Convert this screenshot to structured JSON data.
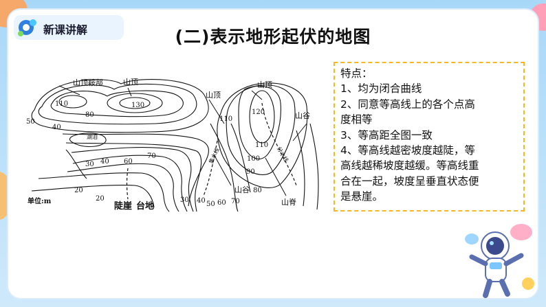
{
  "header": {
    "tag_label": "新课讲解",
    "title": "(二)表示地形起伏的地图"
  },
  "notes": {
    "lines": [
      "特点：",
      "1、均为闭合曲线",
      "2、同意等高线上的各个点高",
      "度相等",
      "3、等高距全图一致",
      "4、等高线越密坡度越陡，等",
      "高线越稀坡度越缓。等高线重",
      "合在一起，坡度呈垂直状态便",
      "是悬崖。"
    ]
  },
  "map": {
    "unit_label": "单位:m",
    "labels": {
      "saddle": "山顶鞍部",
      "peak_left": "山顶",
      "peak_mid": "山顶",
      "peak_right": "山顶",
      "valley_right": "山谷",
      "valley_bottom": "山谷",
      "ridge": "山脊",
      "lake": "湖泊",
      "cliff": "陡崖",
      "plateau": "台地",
      "river": "集水线",
      "watershed": "分水线"
    },
    "elevations": {
      "e110_left": "110",
      "e130": "130",
      "e80": "80",
      "e50": "50",
      "e40_left": "40",
      "e30": "30",
      "e40_mid": "40",
      "e60": "60",
      "e70": "70",
      "e20_a": "20",
      "e20_b": "20",
      "e110_mid": "110",
      "e120": "120",
      "e110_right": "110",
      "e100": "100",
      "e90": "90",
      "e80_right": "80",
      "e30_b": "30",
      "e40_b": "40",
      "e50_b": "50",
      "e60_b": "60",
      "e70_b": "70"
    }
  },
  "colors": {
    "accent_orange": "#f5b820",
    "logo_blue": "#2f7fe0",
    "card_bg": "#ffffff"
  }
}
